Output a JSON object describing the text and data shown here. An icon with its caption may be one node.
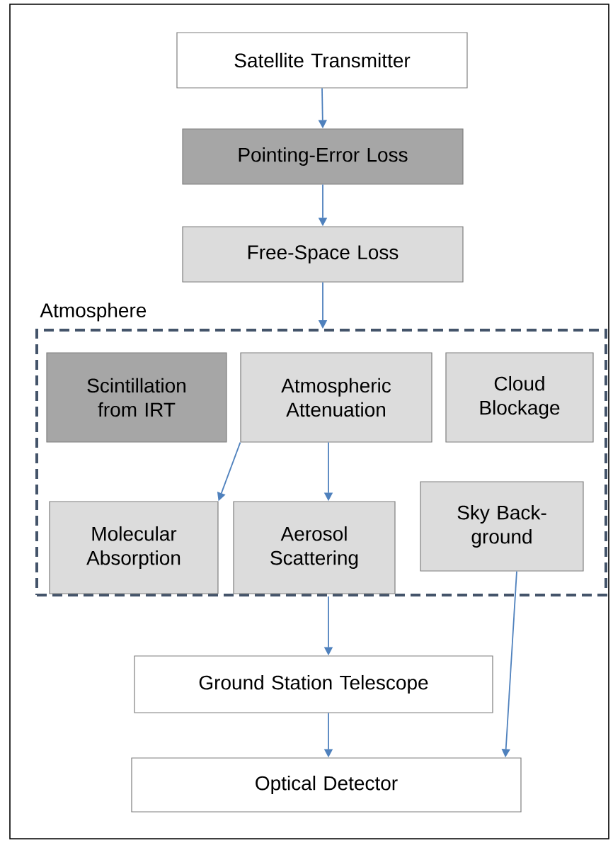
{
  "diagram": {
    "nodes": [
      {
        "text": [
          "Satellite Transmitter"
        ]
      },
      {
        "text": [
          "Pointing-Error Loss"
        ]
      },
      {
        "text": [
          "Free-Space Loss"
        ]
      },
      {
        "text": [
          "Atmosphere"
        ]
      },
      {
        "text": [
          "Scintillation from IRT"
        ],
        "in": 3
      },
      {
        "text": [
          "Atmospheric Attenuation"
        ],
        "in": 3
      },
      {
        "text": [
          "Cloud Blockage"
        ],
        "in": 3
      },
      {
        "text": [
          "Molecular Absorption"
        ],
        "in": 3
      },
      {
        "text": [
          "Aerosol Scattering"
        ],
        "in": 3
      },
      {
        "text": [
          "Sky Back-ground"
        ],
        "in": 3
      },
      {
        "text": [
          "Ground Station Telescope"
        ]
      },
      {
        "text": [
          "Optical Detector"
        ]
      }
    ],
    "edges": [
      {
        "from": 0,
        "to": 1,
        "arrow": "to"
      },
      {
        "from": 1,
        "to": 2,
        "arrow": "to"
      },
      {
        "from": 2,
        "to": 3,
        "arrow": "to"
      },
      {
        "from": 5,
        "to": 7,
        "arrow": "to"
      },
      {
        "from": 5,
        "to": 8,
        "arrow": "to"
      },
      {
        "from": 3,
        "to": 10,
        "arrow": "to"
      },
      {
        "from": 10,
        "to": 11,
        "arrow": "to"
      },
      {
        "from": 9,
        "to": 11,
        "arrow": "to"
      }
    ]
  }
}
